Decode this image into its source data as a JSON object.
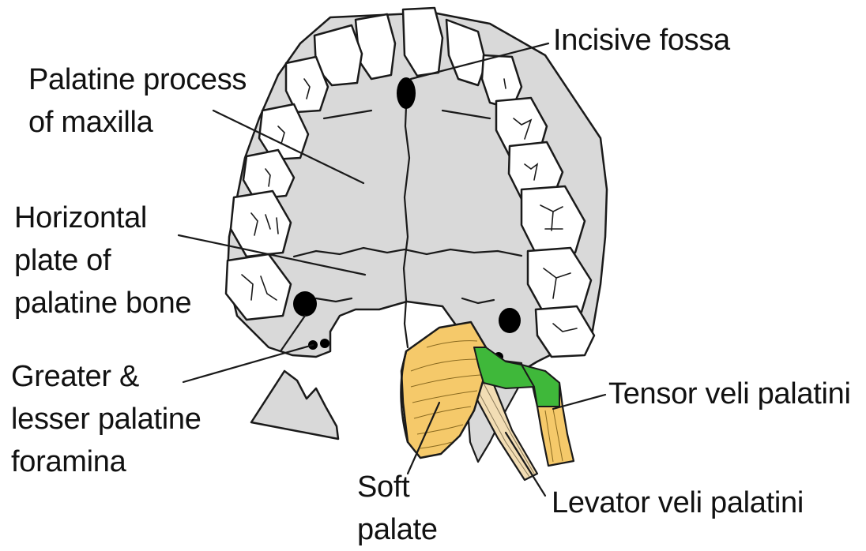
{
  "labels": {
    "incisive_fossa": "Incisive fossa",
    "palatine_process": [
      "Palatine process",
      "of maxilla"
    ],
    "horizontal_plate": [
      "Horizontal",
      "plate of",
      "palatine bone"
    ],
    "foramina": [
      "Greater &",
      "lesser palatine",
      "foramina"
    ],
    "tensor": "Tensor veli palatini",
    "soft_palate": [
      "Soft",
      "palate"
    ],
    "levator": "Levator veli palatini"
  },
  "colors": {
    "bone": "#d9d9d9",
    "outline": "#1a1a1a",
    "tooth": "#ffffff",
    "soft_palate": "#f5c96a",
    "tensor": "#f5c96a",
    "levator": "#f2ddb4",
    "tendon": "#3fb83a",
    "foramen": "#000000"
  }
}
